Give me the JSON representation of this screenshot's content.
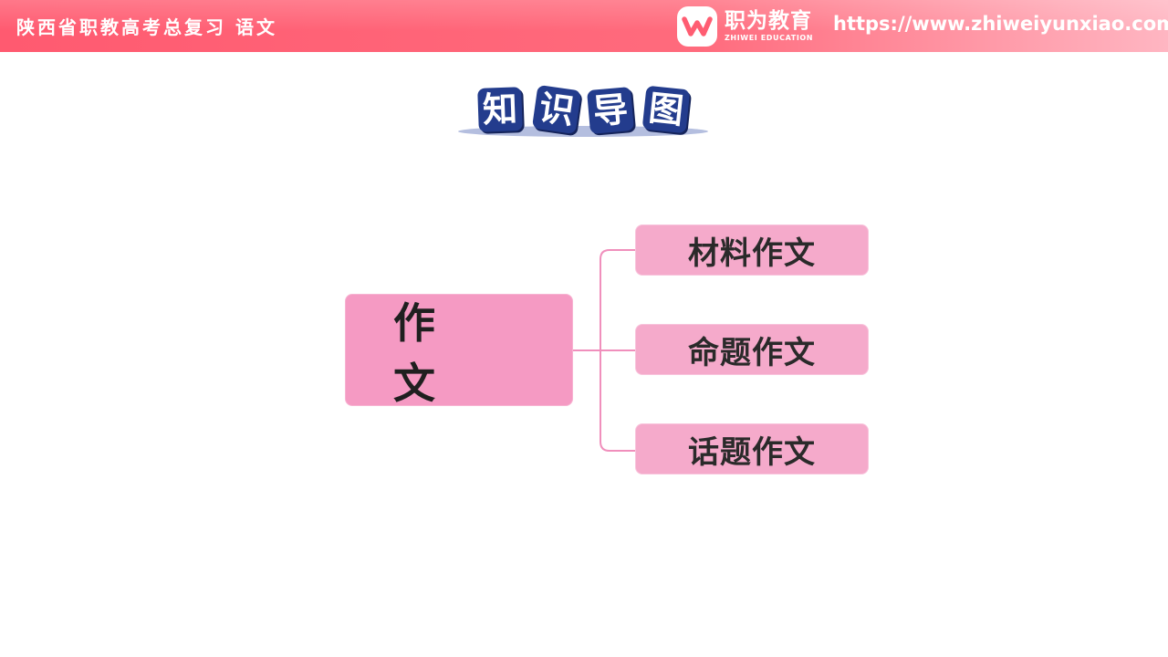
{
  "header": {
    "title": "陕西省职教高考总复习  语文",
    "brand_name": "职为教育",
    "brand_subtitle": "ZHIWEI EDUCATION",
    "url": "https://www.zhiweiyunxiao.com/"
  },
  "heading": {
    "chars": [
      "知",
      "识",
      "导",
      "图"
    ]
  },
  "diagram": {
    "root": "作 文",
    "children": [
      "材料作文",
      "命题作文",
      "话题作文"
    ]
  },
  "colors": {
    "header_start": "#ff5a70",
    "header_end": "#ffb6c2",
    "tile": "#233c8d",
    "root_node": "#f59ac3",
    "child_node": "#f5aacb",
    "connector": "#f08fbc"
  }
}
